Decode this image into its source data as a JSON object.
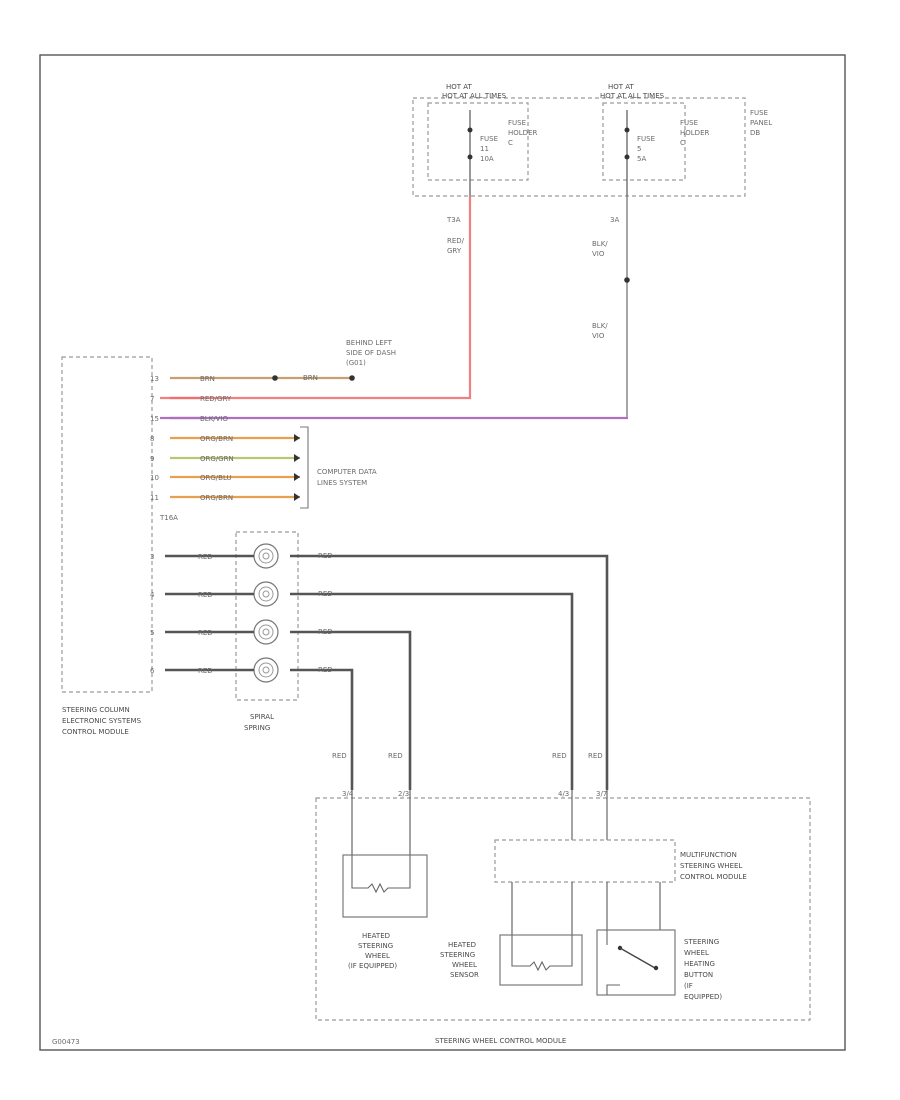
{
  "fuse_panel": {
    "hot_left": "HOT AT ALL TIMES",
    "hot_right": "HOT AT ALL TIMES",
    "fuse_left": [
      "FUSE",
      "11",
      "10A"
    ],
    "fuse_right": [
      "FUSE",
      "5",
      "5A"
    ],
    "holder_left": [
      "FUSE",
      "HOLDER",
      "C"
    ],
    "holder_right": [
      "FUSE",
      "HOLDER",
      "C"
    ],
    "panel": [
      "FUSE",
      "PANEL",
      "DB"
    ],
    "pin_left": "T3A",
    "pin_right": "3A"
  },
  "wires_top": {
    "red_gry": [
      "RED/",
      "GRY"
    ],
    "blk_vio_upper": [
      "BLK/",
      "VIO"
    ],
    "blk_vio_lower": [
      "BLK/",
      "VIO"
    ]
  },
  "ground_label": [
    "BEHIND LEFT",
    "SIDE OF DASH",
    "(G01)"
  ],
  "module_left": {
    "connector": "T16A",
    "name": [
      "STEERING COLUMN",
      "ELECTRONIC SYSTEMS",
      "CONTROL MODULE"
    ],
    "pins": [
      {
        "pin": "13",
        "wire": "BRN",
        "color": "#c8a070"
      },
      {
        "pin": "7",
        "wire": "RED/GRY",
        "color": "#f07070"
      },
      {
        "pin": "15",
        "wire": "BLK/VIO",
        "color": "#b070c0"
      },
      {
        "pin": "8",
        "wire": "ORG/BRN",
        "color": "#e8a050"
      },
      {
        "pin": "9",
        "wire": "ORG/GRN",
        "color": "#b8c870"
      },
      {
        "pin": "10",
        "wire": "ORG/BLU",
        "color": "#e8a050"
      },
      {
        "pin": "11",
        "wire": "ORG/BRN",
        "color": "#e8a050"
      }
    ],
    "lower_pins": [
      "3",
      "4",
      "5",
      "6"
    ],
    "lower_wire": "RED"
  },
  "brn_splice_wire": "BRN",
  "data_lines": [
    "COMPUTER DATA",
    "LINES SYSTEM"
  ],
  "spiral_spring": [
    "SPIRAL",
    "SPRING"
  ],
  "spring_out_wire": "RED",
  "vertical_wires": [
    "RED",
    "RED",
    "RED",
    "RED"
  ],
  "sw_pins": [
    "3/4",
    "2/3",
    "4/3",
    "3/7"
  ],
  "components": {
    "heated_wheel": [
      "HEATED",
      "STEERING",
      "WHEEL",
      "(IF EQUIPPED)"
    ],
    "sensor": [
      "HEATED",
      "STEERING",
      "WHEEL",
      "SENSOR"
    ],
    "mf_module": [
      "MULTIFUNCTION",
      "STEERING WHEEL",
      "CONTROL MODULE"
    ],
    "button": [
      "STEERING",
      "WHEEL",
      "HEATING",
      "BUTTON",
      "(IF",
      "EQUIPPED)"
    ]
  },
  "bottom_label": "STEERING WHEEL CONTROL MODULE",
  "figure_id": "G00473"
}
